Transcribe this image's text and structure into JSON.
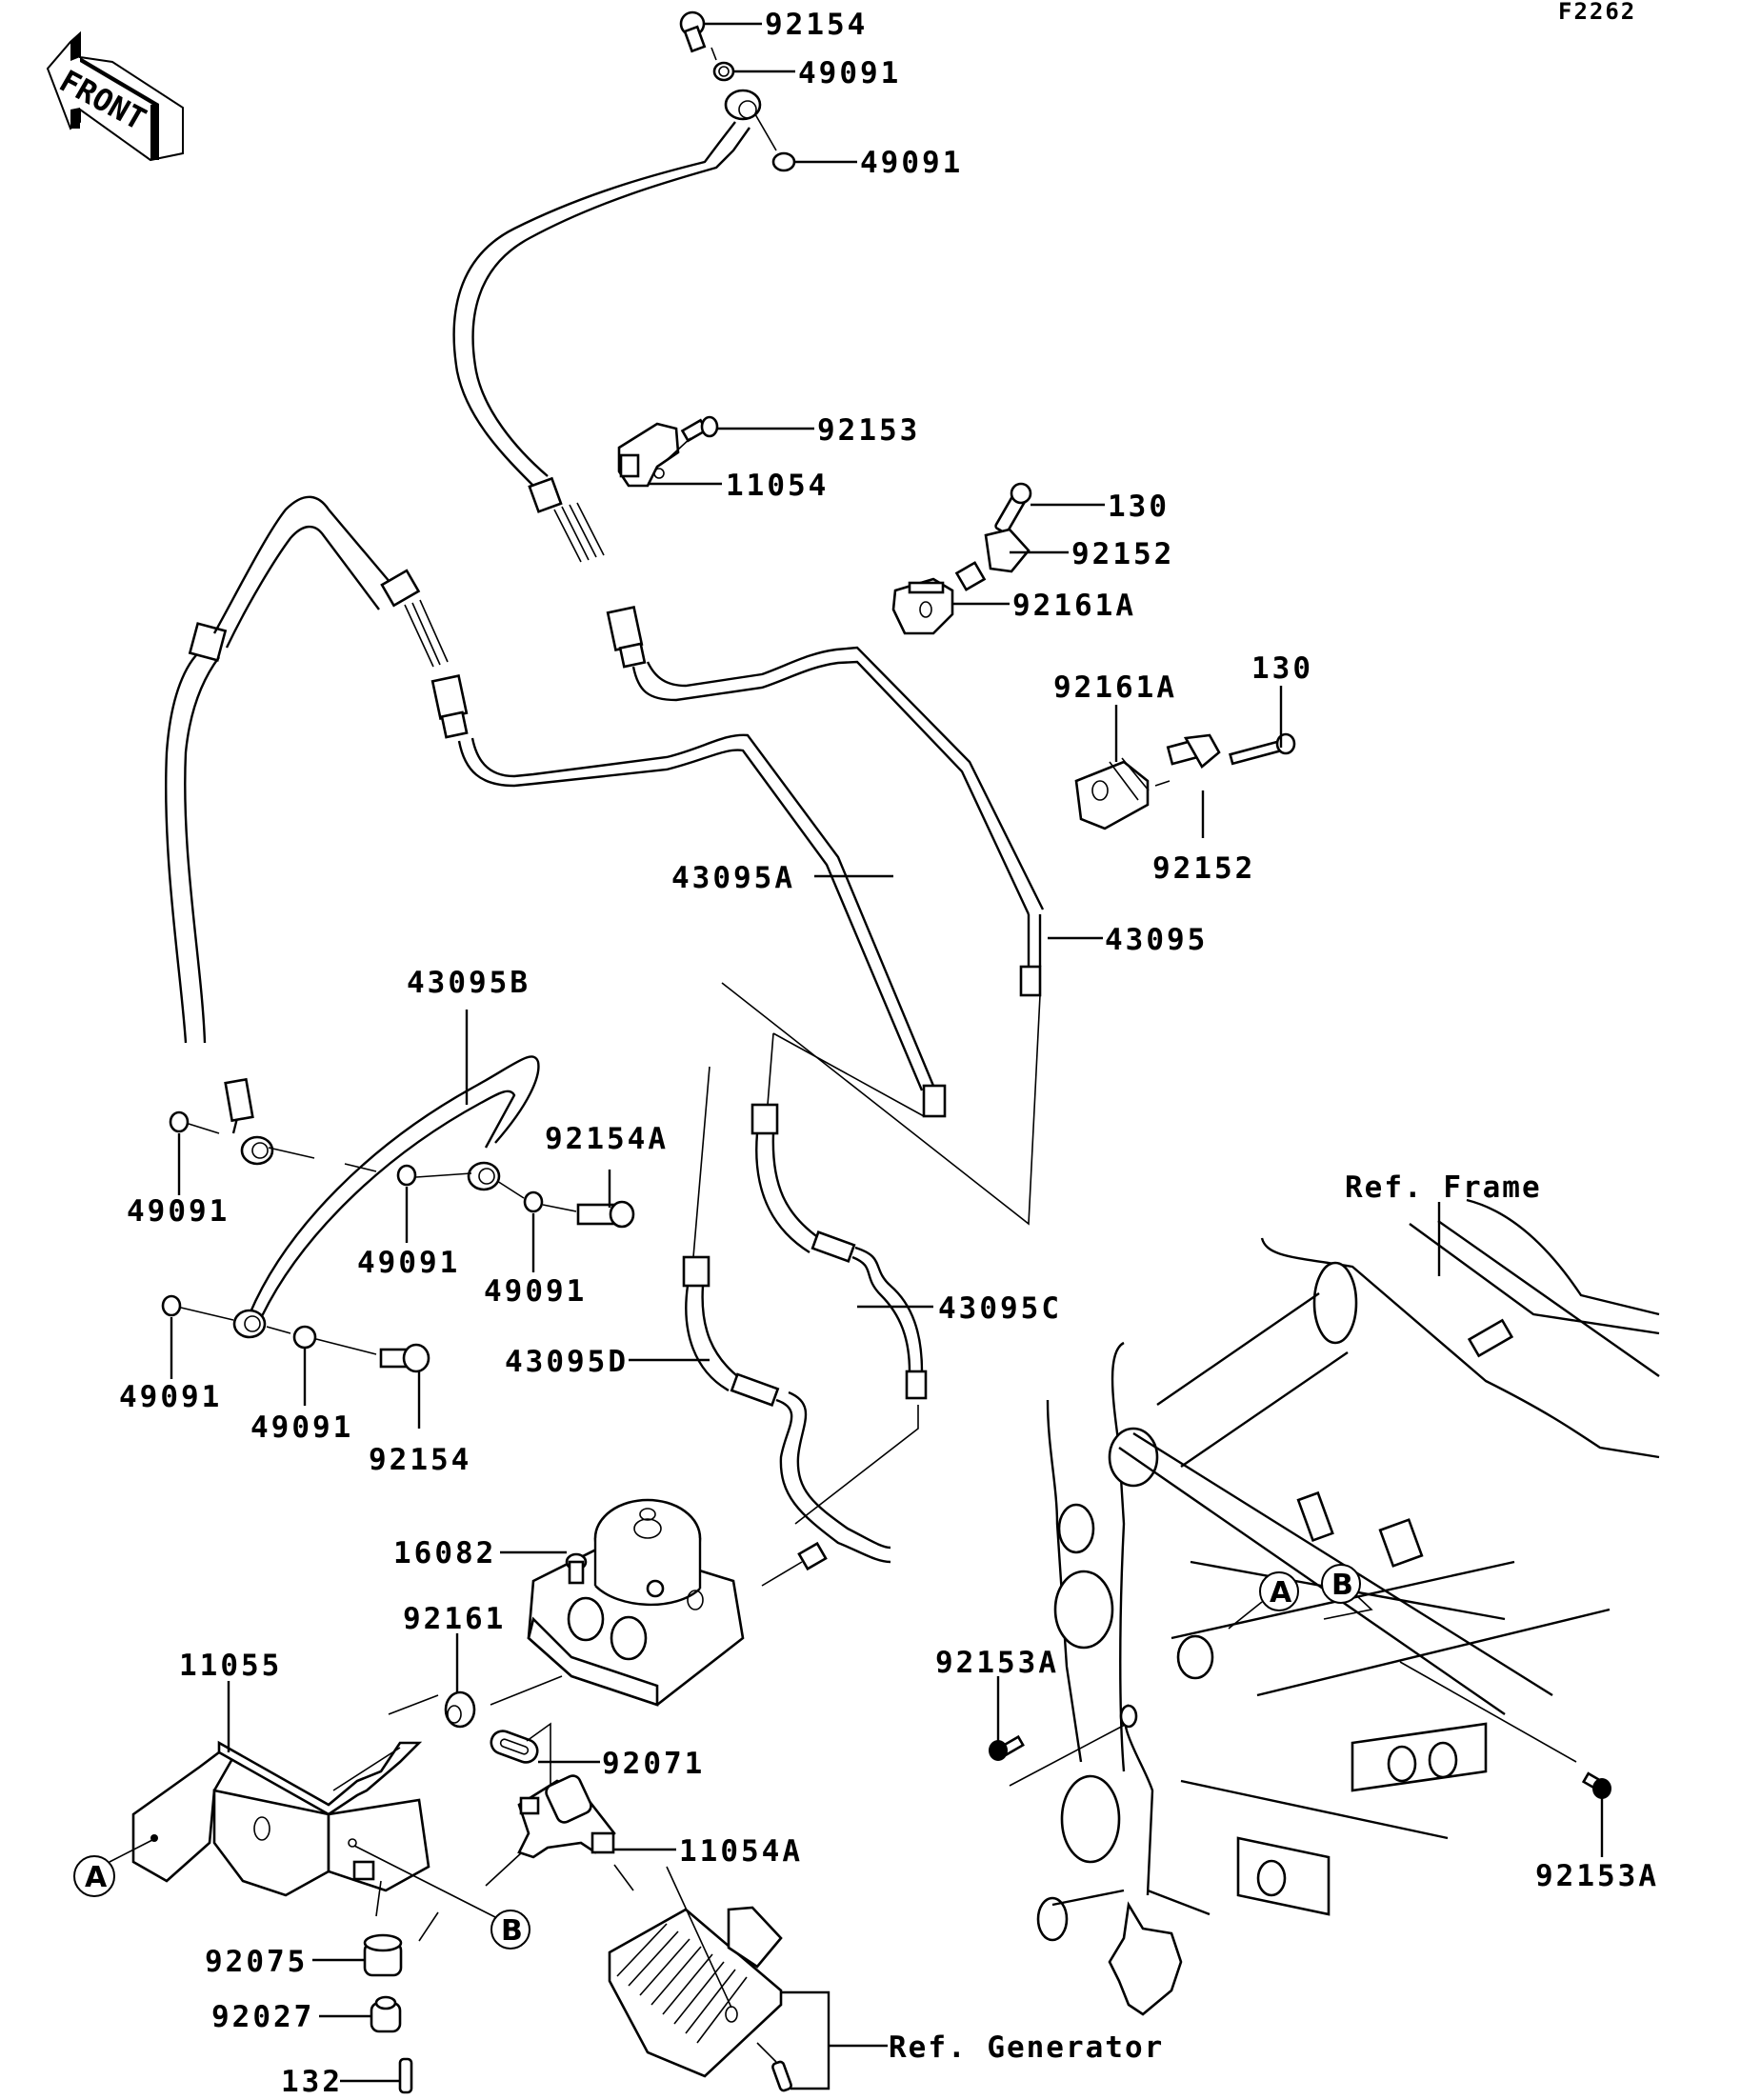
{
  "figure_id": "F2262",
  "front_arrow": {
    "label": "FRONT"
  },
  "references": {
    "frame": "Ref. Frame",
    "generator": "Ref. Generator"
  },
  "callouts": {
    "A": "A",
    "B": "B"
  },
  "parts": [
    {
      "id": "p01",
      "number": "92154"
    },
    {
      "id": "p02",
      "number": "49091"
    },
    {
      "id": "p03",
      "number": "49091"
    },
    {
      "id": "p04",
      "number": "92153"
    },
    {
      "id": "p05",
      "number": "11054"
    },
    {
      "id": "p06",
      "number": "130"
    },
    {
      "id": "p07",
      "number": "92152"
    },
    {
      "id": "p08",
      "number": "92161A"
    },
    {
      "id": "p09",
      "number": "92161A"
    },
    {
      "id": "p10",
      "number": "130"
    },
    {
      "id": "p11",
      "number": "92152"
    },
    {
      "id": "p12",
      "number": "43095A"
    },
    {
      "id": "p13",
      "number": "43095"
    },
    {
      "id": "p14",
      "number": "43095B"
    },
    {
      "id": "p15",
      "number": "92154A"
    },
    {
      "id": "p16",
      "number": "49091"
    },
    {
      "id": "p17",
      "number": "49091"
    },
    {
      "id": "p18",
      "number": "49091"
    },
    {
      "id": "p19",
      "number": "43095C"
    },
    {
      "id": "p20",
      "number": "49091"
    },
    {
      "id": "p21",
      "number": "49091"
    },
    {
      "id": "p22",
      "number": "92154"
    },
    {
      "id": "p23",
      "number": "43095D"
    },
    {
      "id": "p24",
      "number": "16082"
    },
    {
      "id": "p25",
      "number": "92161"
    },
    {
      "id": "p26",
      "number": "11055"
    },
    {
      "id": "p27",
      "number": "92071"
    },
    {
      "id": "p28",
      "number": "11054A"
    },
    {
      "id": "p29",
      "number": "92075"
    },
    {
      "id": "p30",
      "number": "92027"
    },
    {
      "id": "p31",
      "number": "132"
    },
    {
      "id": "p32",
      "number": "92153A"
    },
    {
      "id": "p33",
      "number": "92153A"
    }
  ]
}
